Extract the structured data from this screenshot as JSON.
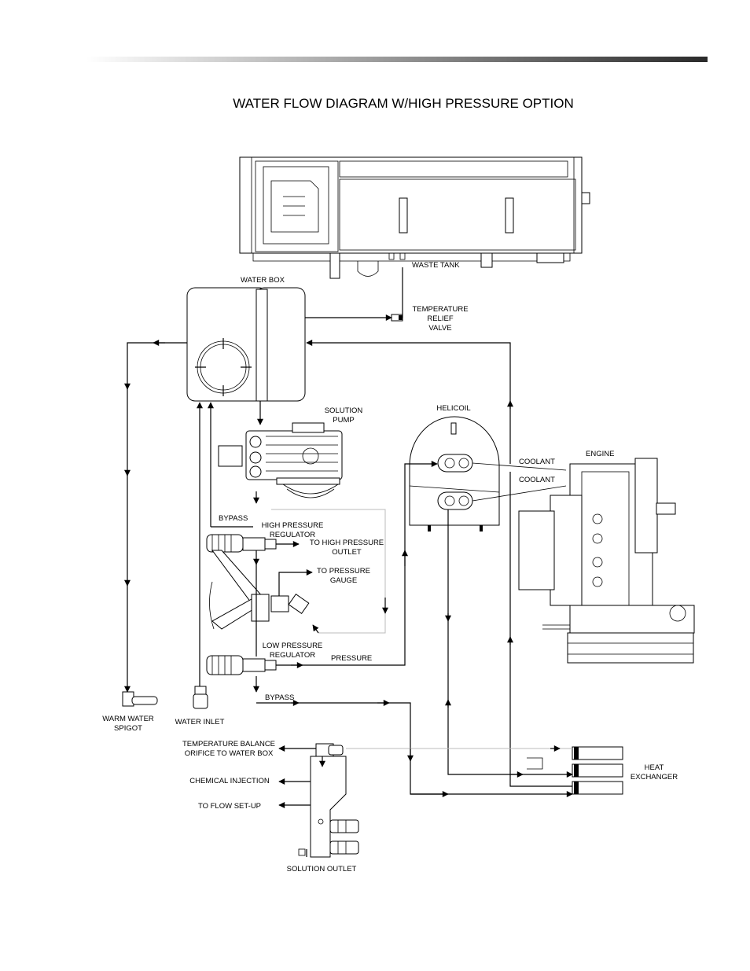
{
  "title": "WATER FLOW DIAGRAM W/HIGH PRESSURE OPTION",
  "header_rule": {
    "gradient_from": "#ffffff",
    "gradient_to": "#333333"
  },
  "labels": {
    "waste_tank": "WASTE TANK",
    "water_box": "WATER BOX",
    "temp_relief_1": "TEMPERATURE",
    "temp_relief_2": "RELIEF",
    "temp_relief_3": "VALVE",
    "solution_pump_1": "SOLUTION",
    "solution_pump_2": "PUMP",
    "helicoil": "HELICOIL",
    "coolant_1": "COOLANT",
    "coolant_2": "COOLANT",
    "engine": "ENGINE",
    "bypass_top": "BYPASS",
    "hpr_1": "HIGH PRESSURE",
    "hpr_2": "REGULATOR",
    "to_hp_outlet_1": "TO HIGH PRESSURE",
    "to_hp_outlet_2": "OUTLET",
    "to_gauge_1": "TO PRESSURE",
    "to_gauge_2": "GAUGE",
    "lpr_1": "LOW PRESSURE",
    "lpr_2": "REGULATOR",
    "pressure": "PRESSURE",
    "bypass_bottom": "BYPASS",
    "warm_spigot_1": "WARM WATER",
    "warm_spigot_2": "SPIGOT",
    "water_inlet": "WATER INLET",
    "temp_balance_1": "TEMPERATURE BALANCE",
    "temp_balance_2": "ORIFICE TO WATER BOX",
    "chemical_injection": "CHEMICAL INJECTION",
    "to_flow_setup": "TO FLOW SET-UP",
    "solution_outlet": "SOLUTION OUTLET",
    "heat_exchanger_1": "HEAT",
    "heat_exchanger_2": "EXCHANGER"
  }
}
